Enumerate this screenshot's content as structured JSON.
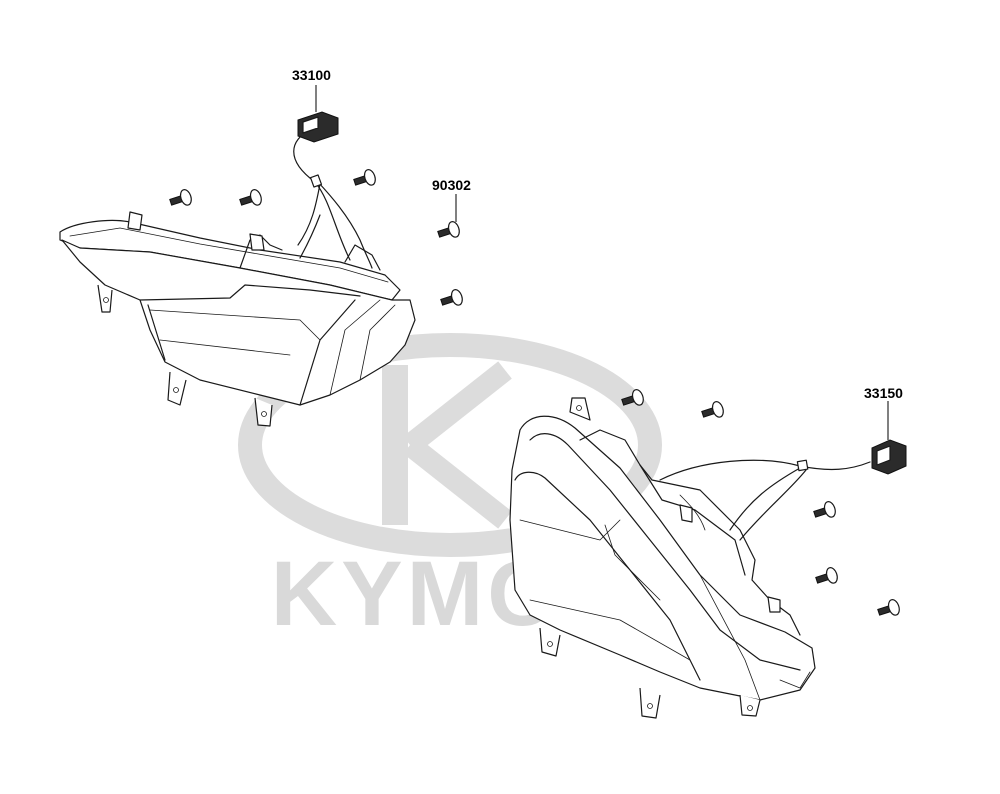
{
  "watermark": {
    "brand_text": "KYMCO",
    "color": "#d9d9d9"
  },
  "callouts": [
    {
      "part_number": "33100"
    },
    {
      "part_number": "90302"
    },
    {
      "part_number": "33150"
    }
  ],
  "colors": {
    "line": "#1a1a1a",
    "background": "#ffffff"
  }
}
